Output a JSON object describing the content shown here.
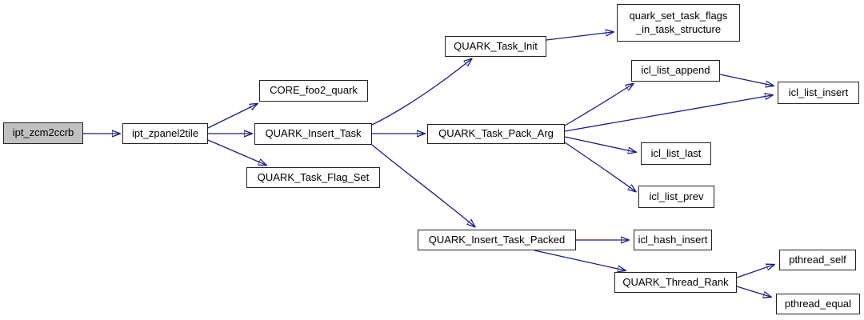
{
  "diagram": {
    "type": "call-graph",
    "colors": {
      "background": "#ffffff",
      "edge": "#1d1d85",
      "node_fill": "#ffffff",
      "node_border": "#222222",
      "root_fill": "#c0c0c0"
    },
    "nodes": {
      "ipt_zcm2ccrb": {
        "label": "ipt_zcm2ccrb",
        "role": "root"
      },
      "ipt_zpanel2tile": {
        "label": "ipt_zpanel2tile"
      },
      "core_foo2_quark": {
        "label": "CORE_foo2_quark"
      },
      "quark_insert_task": {
        "label": "QUARK_Insert_Task"
      },
      "quark_task_flag_set": {
        "label": "QUARK_Task_Flag_Set"
      },
      "quark_task_init": {
        "label": "QUARK_Task_Init"
      },
      "quark_set_task_flags_in_task_structure": {
        "label": "quark_set_task_flags\n_in_task_structure"
      },
      "quark_task_pack_arg": {
        "label": "QUARK_Task_Pack_Arg"
      },
      "icl_list_append": {
        "label": "icl_list_append"
      },
      "icl_list_insert": {
        "label": "icl_list_insert"
      },
      "icl_list_last": {
        "label": "icl_list_last"
      },
      "icl_list_prev": {
        "label": "icl_list_prev"
      },
      "quark_insert_task_packed": {
        "label": "QUARK_Insert_Task_Packed"
      },
      "icl_hash_insert": {
        "label": "icl_hash_insert"
      },
      "quark_thread_rank": {
        "label": "QUARK_Thread_Rank"
      },
      "pthread_self": {
        "label": "pthread_self"
      },
      "pthread_equal": {
        "label": "pthread_equal"
      }
    },
    "edges": [
      {
        "from": "ipt_zcm2ccrb",
        "to": "ipt_zpanel2tile"
      },
      {
        "from": "ipt_zpanel2tile",
        "to": "core_foo2_quark"
      },
      {
        "from": "ipt_zpanel2tile",
        "to": "quark_insert_task"
      },
      {
        "from": "ipt_zpanel2tile",
        "to": "quark_task_flag_set"
      },
      {
        "from": "quark_insert_task",
        "to": "quark_task_init"
      },
      {
        "from": "quark_insert_task",
        "to": "quark_task_pack_arg"
      },
      {
        "from": "quark_insert_task",
        "to": "quark_insert_task_packed"
      },
      {
        "from": "quark_task_init",
        "to": "quark_set_task_flags_in_task_structure"
      },
      {
        "from": "quark_task_pack_arg",
        "to": "icl_list_append"
      },
      {
        "from": "icl_list_append",
        "to": "icl_list_insert"
      },
      {
        "from": "quark_task_pack_arg",
        "to": "icl_list_insert"
      },
      {
        "from": "quark_task_pack_arg",
        "to": "icl_list_last"
      },
      {
        "from": "quark_task_pack_arg",
        "to": "icl_list_prev"
      },
      {
        "from": "quark_insert_task_packed",
        "to": "icl_hash_insert"
      },
      {
        "from": "quark_insert_task_packed",
        "to": "quark_thread_rank"
      },
      {
        "from": "quark_thread_rank",
        "to": "pthread_self"
      },
      {
        "from": "quark_thread_rank",
        "to": "pthread_equal"
      }
    ]
  }
}
